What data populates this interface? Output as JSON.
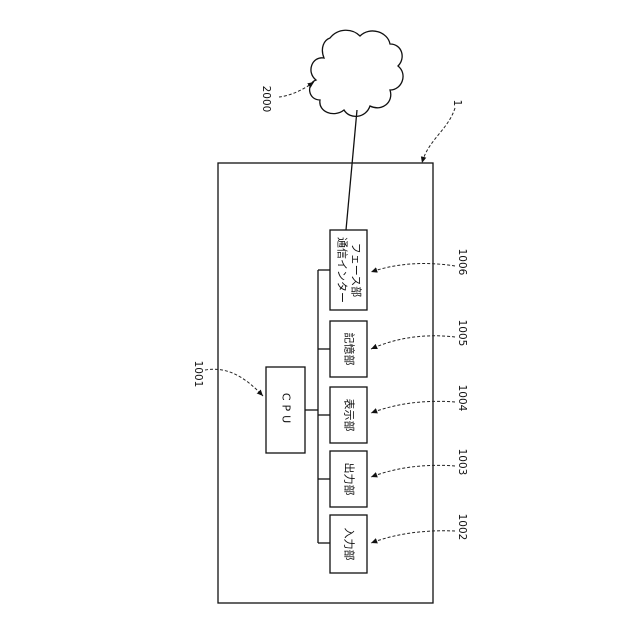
{
  "device": {
    "ref": "1"
  },
  "network": {
    "ref": "2000"
  },
  "cpu": {
    "label": "CPU",
    "ref": "1001"
  },
  "units": [
    {
      "label": "入力部",
      "ref": "1002"
    },
    {
      "label": "出力部",
      "ref": "1003"
    },
    {
      "label": "表示部",
      "ref": "1004"
    },
    {
      "label": "記憶部",
      "ref": "1005"
    },
    {
      "label_line1": "通信インター",
      "label_line2": "フェース部",
      "ref": "1006"
    }
  ]
}
